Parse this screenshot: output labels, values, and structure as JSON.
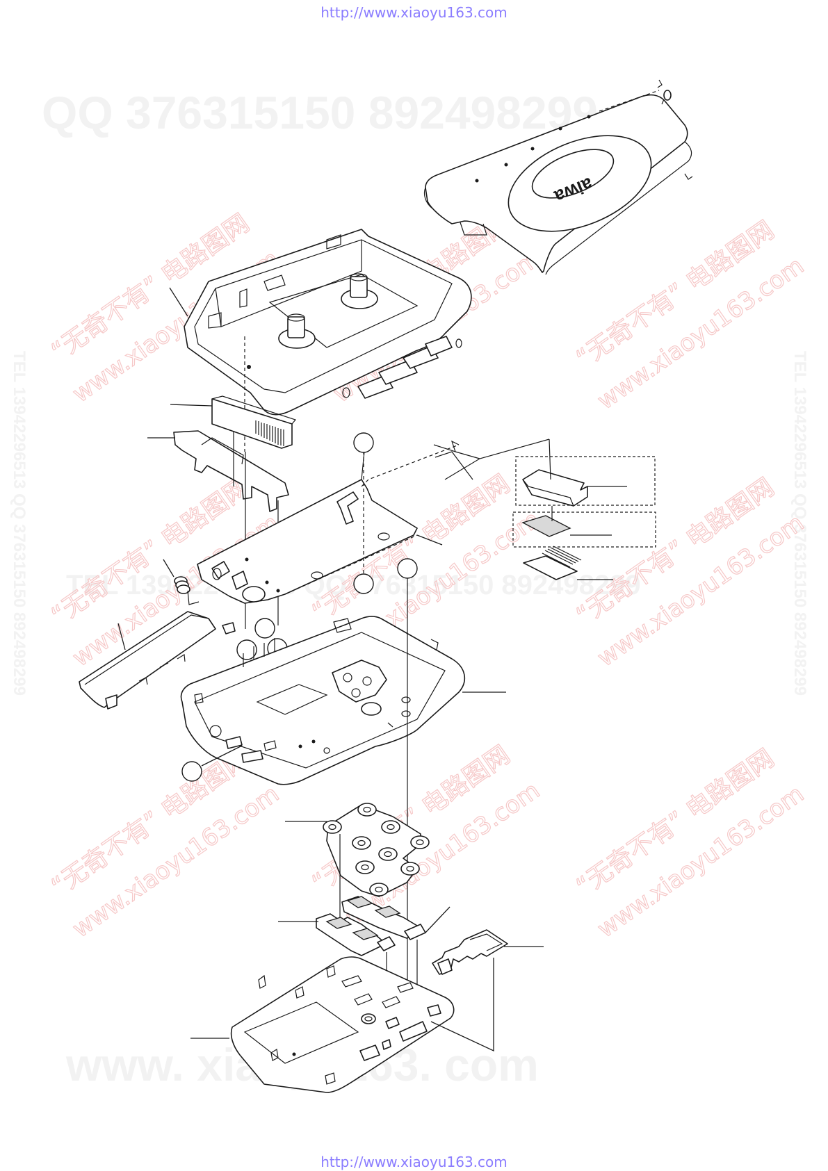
{
  "header": {
    "url": "http://www.xiaoyu163.com"
  },
  "footer": {
    "url": "http://www.xiaoyu163.com"
  },
  "watermarks": {
    "qq_line": "QQ 376315150     892498299",
    "tel_line": "TEL 13942296513  QQ 376315150  892498299",
    "tel_vertical": "TEL 13942296513 QQ 376315150 892498299",
    "site_big": "www. xiaoyu163. com",
    "cn_tag": "“无奇不有” 电路图网",
    "site_small": "www.xiaoyu163.com"
  },
  "diagram": {
    "logo_text": "aiwa"
  },
  "colors": {
    "url": "#8a7cff",
    "watermark_red": "#f6c8c8",
    "watermark_grey": "#f2f2f2"
  }
}
